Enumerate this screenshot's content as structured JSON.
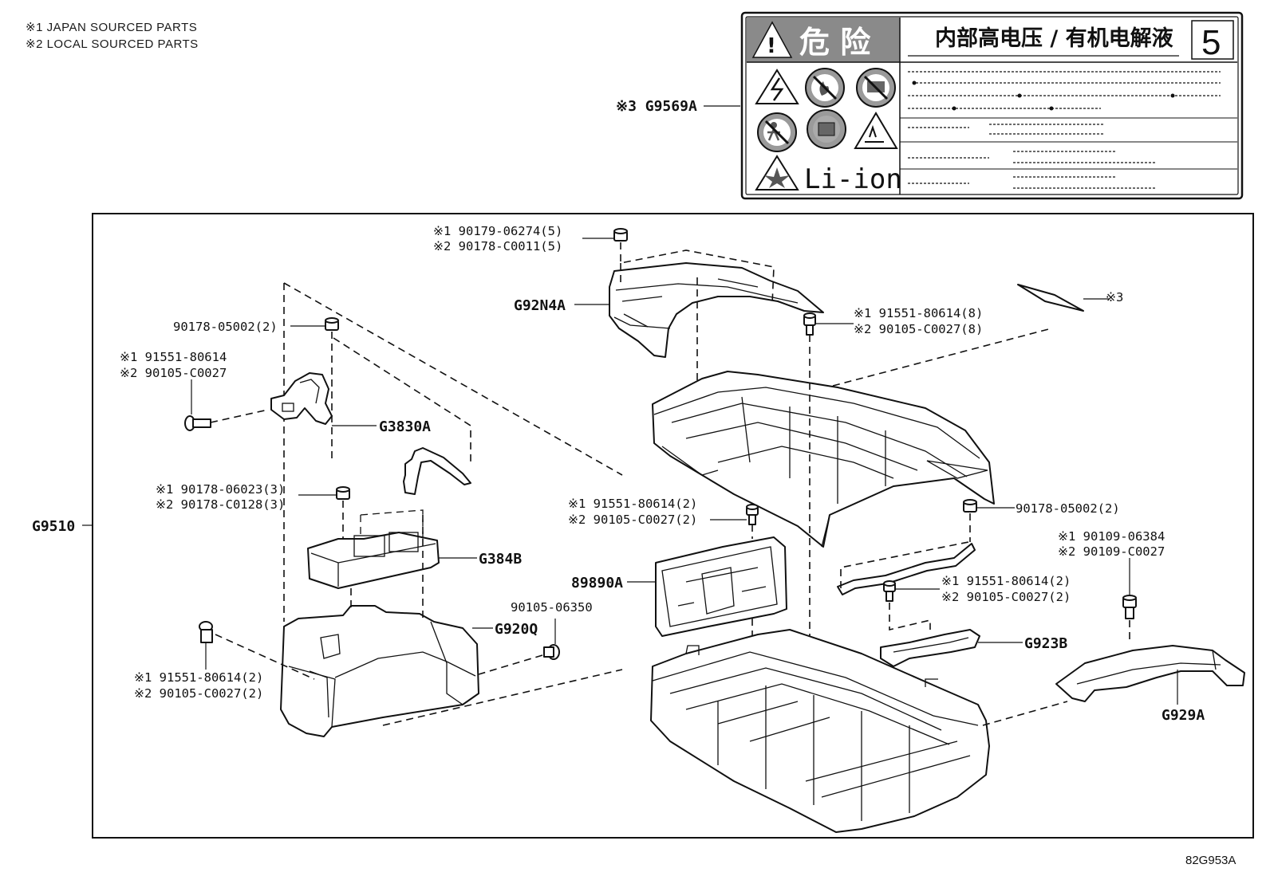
{
  "legend": {
    "line1": "※1 JAPAN SOURCED PARTS",
    "line2": "※2 LOCAL SOURCED PARTS"
  },
  "warning_label": {
    "danger_text": "危 险",
    "title": "内部高电压 / 有机电解液",
    "number": "5",
    "battery_type": "Li-ion",
    "icons": [
      "high-voltage-icon",
      "no-fire-icon",
      "no-disassembly-icon",
      "no-children-icon",
      "no-touch-icon",
      "corrosive-icon",
      "explosion-icon"
    ]
  },
  "callouts": {
    "g9569a": "※3 G9569A",
    "g9510": "G9510",
    "g92n4a": "G92N4A",
    "g3830a": "G3830A",
    "g384b": "G384B",
    "g920q": "G920Q",
    "p89890a": "89890A",
    "g923b": "G923B",
    "g929a": "G929A",
    "ref3": "※3",
    "bolt_top_1": "※1 90179-06274(5)",
    "bolt_top_2": "※2 90178-C0011(5)",
    "nut_left_top": "90178-05002(2)",
    "bolt_left_1": "※1 91551-80614",
    "bolt_left_2": "※2 90105-C0027",
    "nut_mid_1": "※1 90178-06023(3)",
    "nut_mid_2": "※2 90178-C0128(3)",
    "bolt_cover_1": "※1 91551-80614(8)",
    "bolt_cover_2": "※2 90105-C0027(8)",
    "bolt_center_1": "※1 91551-80614(2)",
    "bolt_center_2": "※2 90105-C0027(2)",
    "nut_right": "90178-05002(2)",
    "bolt_far_right_1": "※1 90109-06384",
    "bolt_far_right_2": "※2 90109-C0027",
    "bolt_g923_1": "※1 91551-80614(2)",
    "bolt_g923_2": "※2 90105-C0027(2)",
    "bolt_single": "90105-06350",
    "bolt_bottom_left_1": "※1 91551-80614(2)",
    "bolt_bottom_left_2": "※2 90105-C0027(2)",
    "diagram_code": "82G953A"
  }
}
